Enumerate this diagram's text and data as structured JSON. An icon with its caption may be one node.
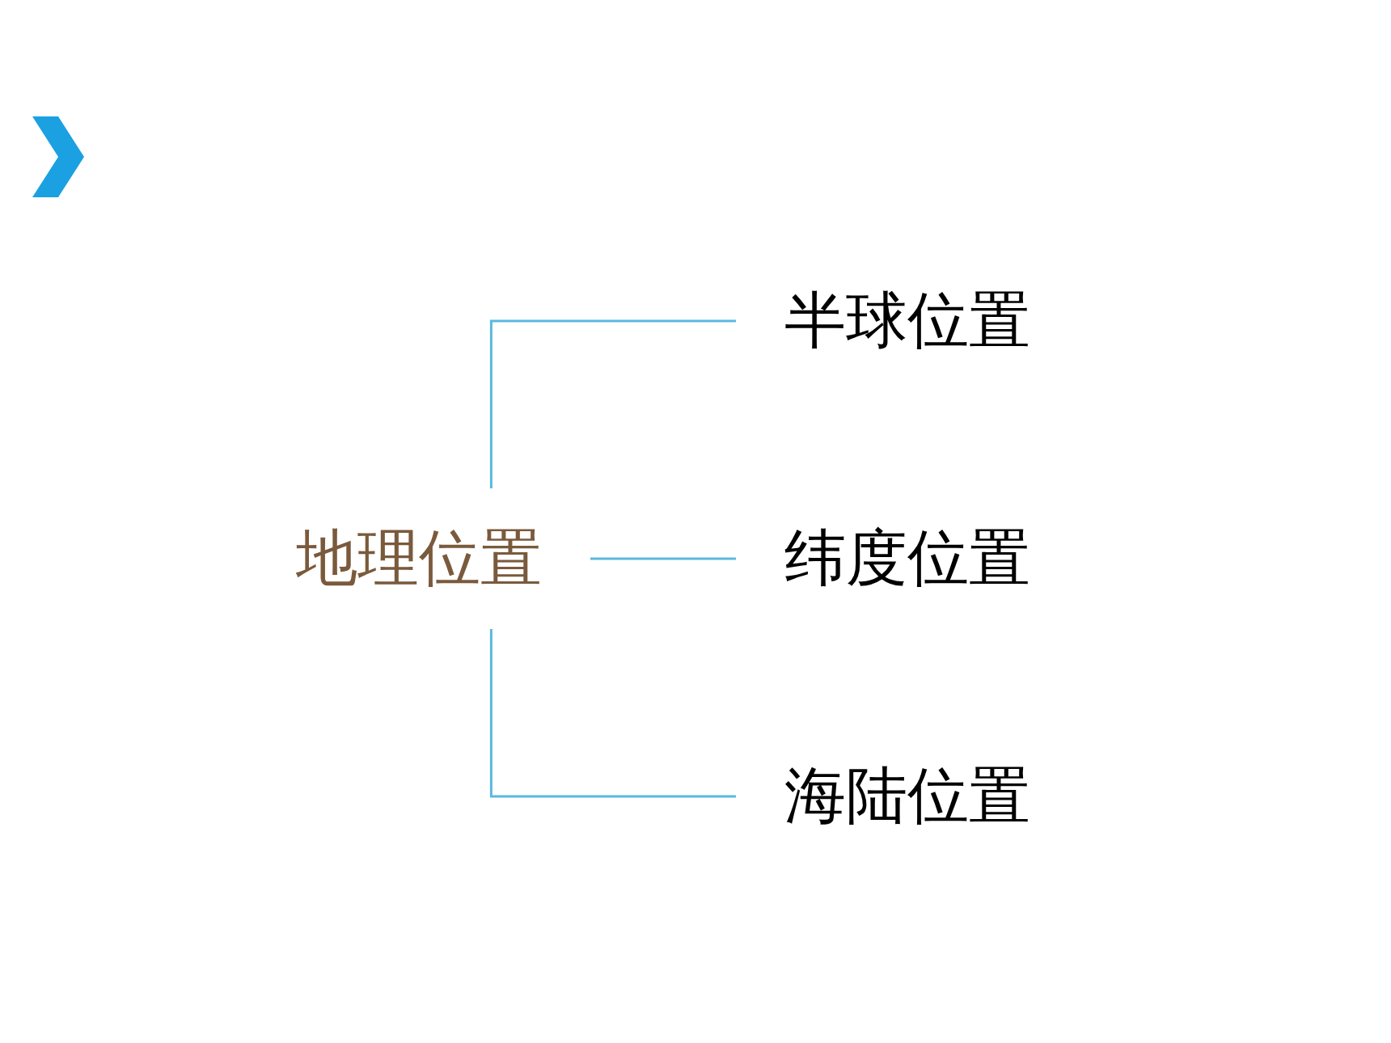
{
  "diagram": {
    "nodes": [
      {
        "text": [
          "地理位置"
        ]
      },
      {
        "text": [
          "半球位置"
        ]
      },
      {
        "text": [
          "纬度位置"
        ]
      },
      {
        "text": [
          "海陆位置"
        ]
      }
    ],
    "edges": [
      {
        "from": 0,
        "to": 1,
        "arrow": "none"
      },
      {
        "from": 0,
        "to": 2,
        "arrow": "none"
      },
      {
        "from": 0,
        "to": 3,
        "arrow": "none"
      }
    ]
  }
}
